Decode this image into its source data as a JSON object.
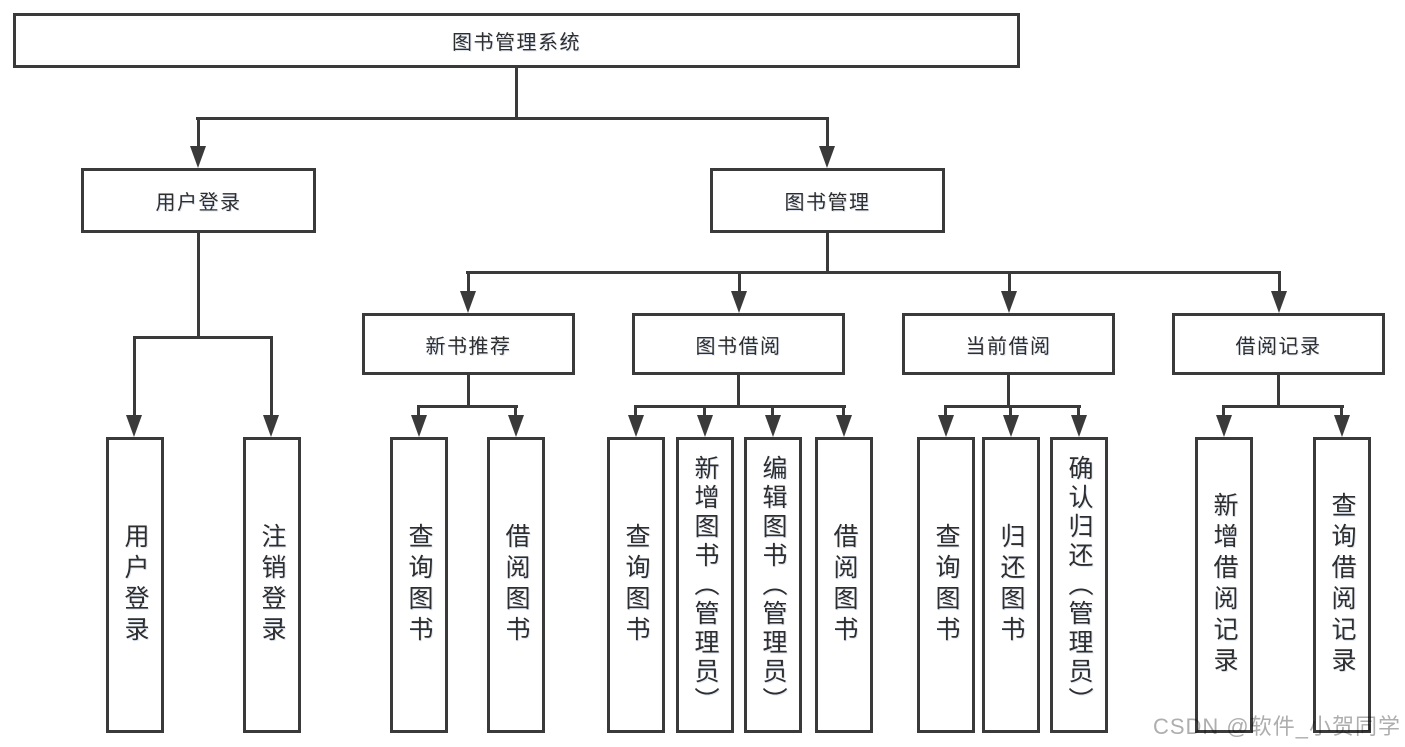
{
  "colors": {
    "line": "#3a3a3a",
    "text": "#2e2e2e",
    "background": "#ffffff",
    "watermark": "#aeaeae"
  },
  "watermark": {
    "text": "CSDN @软件_小贺同学"
  },
  "diagram": {
    "root": {
      "label": "图书管理系统"
    },
    "branches": {
      "user_login": {
        "label": "用户登录",
        "children": [
          {
            "label": "用户登录"
          },
          {
            "label": "注销登录"
          }
        ]
      },
      "book_management": {
        "label": "图书管理",
        "children": {
          "new_book_recommend": {
            "label": "新书推荐",
            "children": [
              {
                "label": "查询图书"
              },
              {
                "label": "借阅图书"
              }
            ]
          },
          "book_borrowing": {
            "label": "图书借阅",
            "children": [
              {
                "label": "查询图书"
              },
              {
                "label": "新增图书（管理员）"
              },
              {
                "label": "编辑图书（管理员）"
              },
              {
                "label": "借阅图书"
              }
            ]
          },
          "current_borrowing": {
            "label": "当前借阅",
            "children": [
              {
                "label": "查询图书"
              },
              {
                "label": "归还图书"
              },
              {
                "label": "确认归还（管理员）"
              }
            ]
          },
          "borrowing_records": {
            "label": "借阅记录",
            "children": [
              {
                "label": "新增借阅记录"
              },
              {
                "label": "查询借阅记录"
              }
            ]
          }
        }
      }
    }
  }
}
